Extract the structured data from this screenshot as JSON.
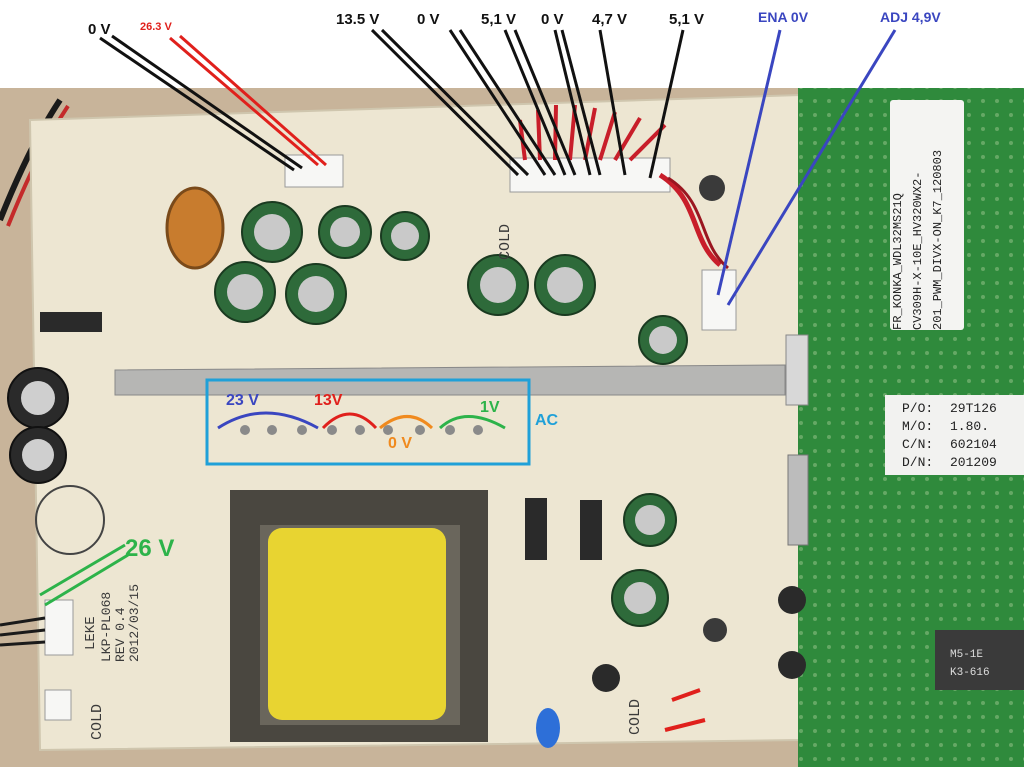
{
  "colors": {
    "black_label": "#111111",
    "red_label": "#e0201c",
    "blue_label": "#3a46c0",
    "ac_label": "#1fa0d8",
    "green_label": "#2db34a",
    "orange_label": "#f08a1e",
    "psu_board": "#ede6d2",
    "main_board": "#2f8a3c",
    "wood": "#c8b49a"
  },
  "voltage_labels": {
    "v0_left": "0 V",
    "v26_3": "26.3 V",
    "v13_5": "13.5 V",
    "v0_b": "0 V",
    "v5_1_a": "5,1 V",
    "v0_c": "0 V",
    "v4_7": "4,7 V",
    "v5_1_b": "5,1 V",
    "ena": "ENA 0V",
    "adj": "ADJ 4,9V",
    "ac_23": "23 V",
    "ac_13": "13V",
    "ac_0": "0 V",
    "ac_1": "1V",
    "ac": "AC",
    "led_26": "26 V"
  },
  "psu_board_text": {
    "model": "LKP-PL068",
    "rev": "REV 0.4",
    "date": "2012/03/15",
    "brand": "LEKE",
    "cold_left": "COLD",
    "cold_mid": "COLD",
    "cold_right": "COLD"
  },
  "main_board_text": {
    "fw_line1": "FR_KONKA_WDL32MS21Q",
    "fw_line2": "CV309H-X-10E_HV320WX2-",
    "fw_line3": "201_PWM_DIVX-ON_K7_120803",
    "po": "P/O:",
    "po_val": "29T126",
    "mo": "M/O:",
    "mo_val": "1.80.",
    "cn": "C/N:",
    "cn_val": "602104",
    "dn": "D/N:",
    "dn_val": "201209",
    "ic_mark_1": "M5-1E",
    "ic_mark_2": "K3-616"
  }
}
